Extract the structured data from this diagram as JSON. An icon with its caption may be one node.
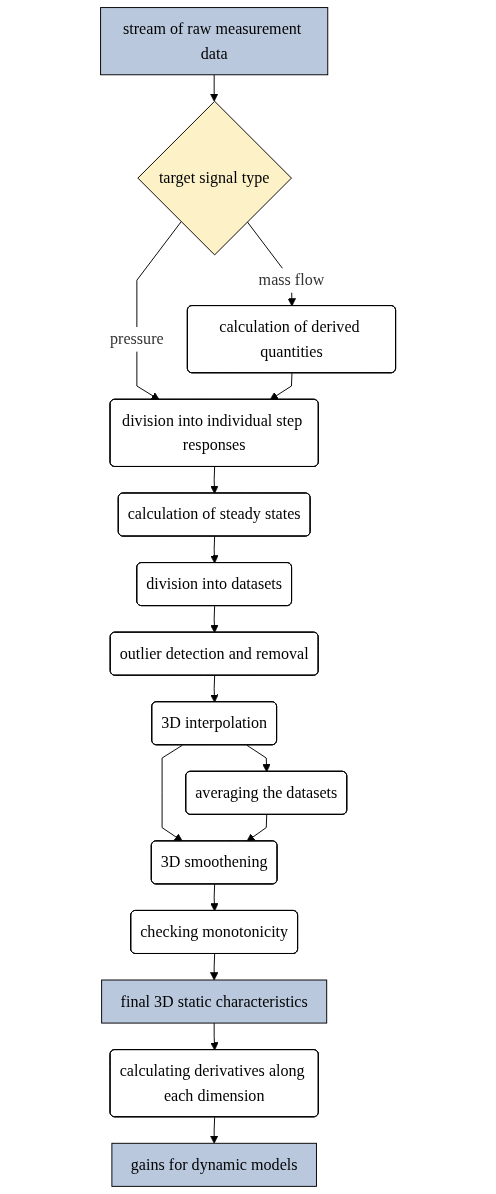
{
  "diagram": {
    "nodes": [
      {
        "text": [
          "stream of raw measurement data"
        ]
      },
      {
        "text": [
          "target signal type"
        ]
      },
      {
        "text": [
          "calculation of derived quantities"
        ]
      },
      {
        "text": [
          "division into individual step responses"
        ]
      },
      {
        "text": [
          "calculation of steady states"
        ]
      },
      {
        "text": [
          "division into datasets"
        ]
      },
      {
        "text": [
          "outlier detection and removal"
        ]
      },
      {
        "text": [
          "3D interpolation"
        ]
      },
      {
        "text": [
          "averaging the datasets"
        ]
      },
      {
        "text": [
          "3D smoothening"
        ]
      },
      {
        "text": [
          "checking monotonicity"
        ]
      },
      {
        "text": [
          "final 3D static characteristics"
        ]
      },
      {
        "text": [
          "calculating derivatives along each dimension"
        ]
      },
      {
        "text": [
          "gains for dynamic models"
        ]
      }
    ],
    "edges": [
      {
        "from": 0,
        "to": 1,
        "arrow": "to"
      },
      {
        "from": 1,
        "to": 2,
        "arrow": "to",
        "label": "mass flow"
      },
      {
        "from": 1,
        "to": 3,
        "arrow": "to",
        "label": "pressure"
      },
      {
        "from": 2,
        "to": 3,
        "arrow": "to"
      },
      {
        "from": 3,
        "to": 4,
        "arrow": "to"
      },
      {
        "from": 4,
        "to": 5,
        "arrow": "to"
      },
      {
        "from": 5,
        "to": 6,
        "arrow": "to"
      },
      {
        "from": 6,
        "to": 7,
        "arrow": "to"
      },
      {
        "from": 7,
        "to": 8,
        "arrow": "to"
      },
      {
        "from": 7,
        "to": 9,
        "arrow": "to"
      },
      {
        "from": 8,
        "to": 9,
        "arrow": "to"
      },
      {
        "from": 9,
        "to": 10,
        "arrow": "to"
      },
      {
        "from": 10,
        "to": 11,
        "arrow": "to"
      },
      {
        "from": 11,
        "to": 12,
        "arrow": "to"
      },
      {
        "from": 12,
        "to": 13,
        "arrow": "to"
      }
    ]
  }
}
